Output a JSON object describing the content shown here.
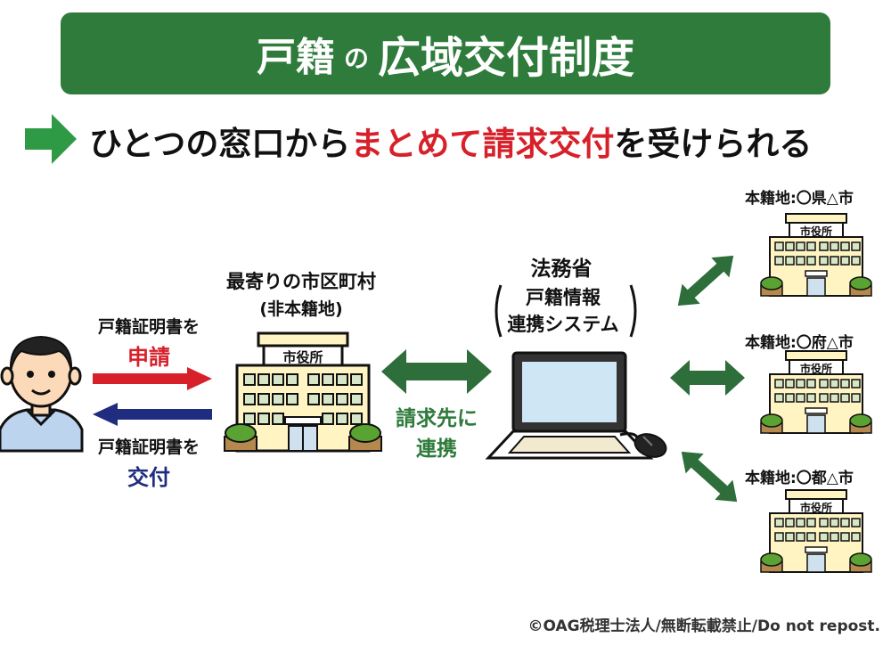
{
  "header": {
    "title_part1": "戸籍",
    "title_part2": "の",
    "title_part3": "広域交付制度"
  },
  "subtitle": {
    "part1": "ひとつの窓口から",
    "part2": "まとめて請求交付",
    "part3": "を受けられる"
  },
  "left": {
    "apply_top": "戸籍証明書を",
    "apply_action": "申請",
    "deliver_top": "戸籍証明書を",
    "deliver_action": "交付"
  },
  "nearest": {
    "title": "最寄りの市区町村",
    "subtitle": "(非本籍地)",
    "sign": "市役所"
  },
  "link": {
    "line1": "請求先に",
    "line2": "連携"
  },
  "ministry": {
    "title": "法務省",
    "system_line1": "戸籍情報",
    "system_line2": "連携システム"
  },
  "offices": [
    {
      "label": "本籍地:〇県△市",
      "sign": "市役所"
    },
    {
      "label": "本籍地:〇府△市",
      "sign": "市役所"
    },
    {
      "label": "本籍地:〇都△市",
      "sign": "市役所"
    }
  ],
  "footer": {
    "copyright": "©OAG税理士法人/無断転載禁止/Do not repost."
  },
  "colors": {
    "banner_green": "#2e7b3b",
    "accent_red": "#d7202a",
    "accent_navy": "#1f2c7f",
    "arrow_green": "#2e6e3a",
    "building_cream": "#fff4c2"
  }
}
